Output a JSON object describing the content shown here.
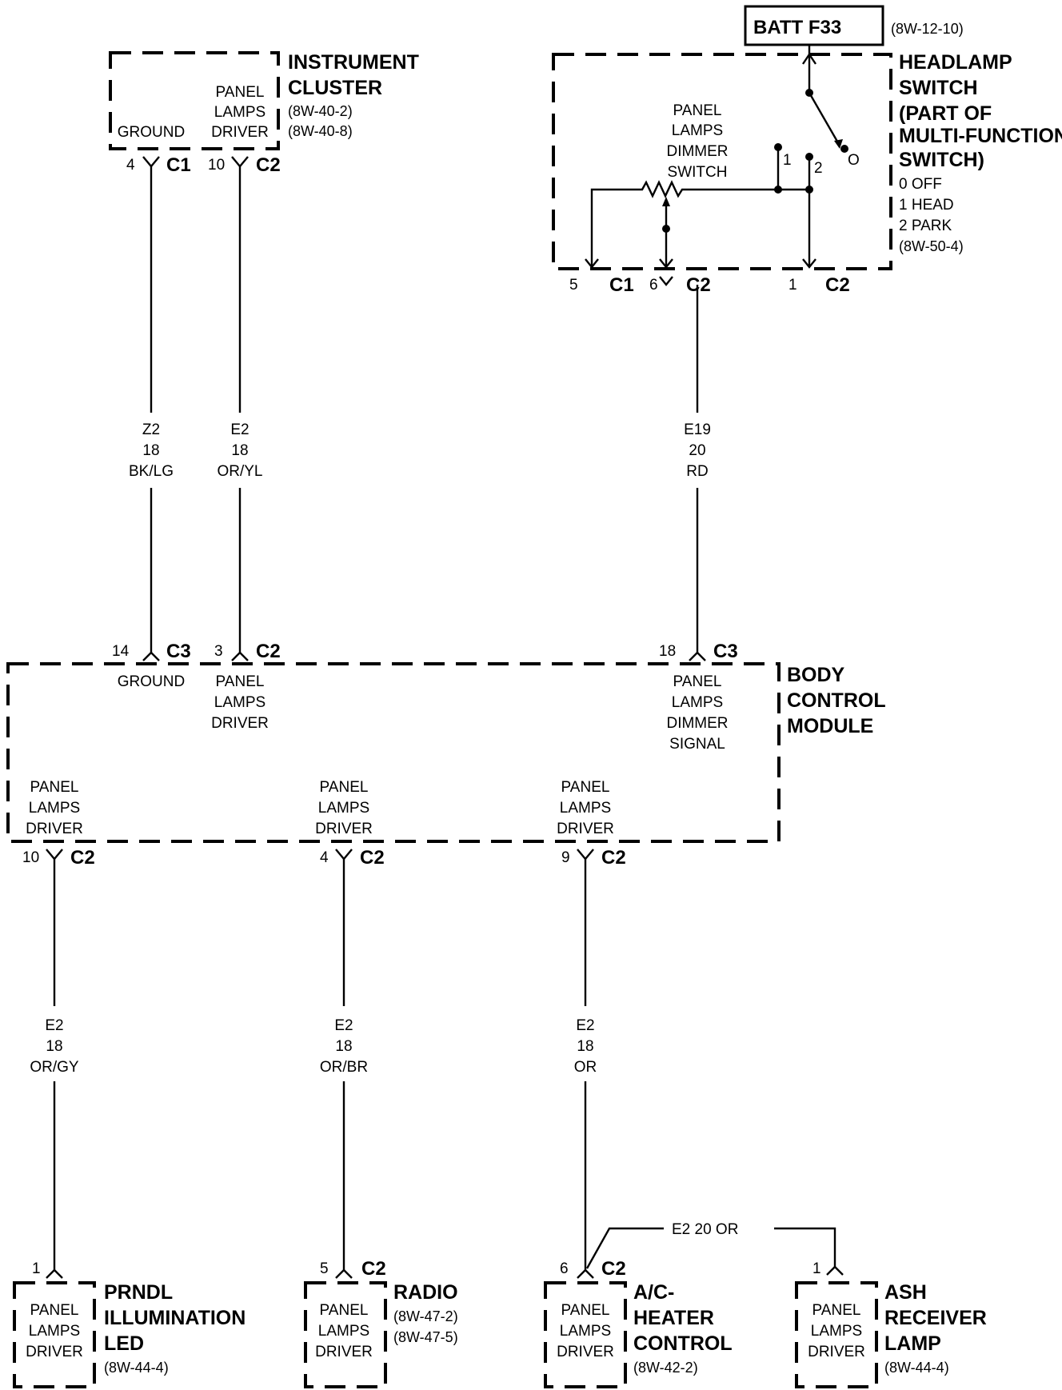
{
  "diagram": {
    "fuse": {
      "label": "BATT F33",
      "ref": "(8W-12-10)"
    },
    "headlamp_switch": {
      "title": [
        "HEADLAMP",
        "SWITCH",
        "(PART OF",
        "MULTI-FUNCTION",
        "SWITCH)"
      ],
      "legend": [
        "0 OFF",
        "1 HEAD",
        "2 PARK"
      ],
      "ref": "(8W-50-4)",
      "dimmer_label": [
        "PANEL",
        "LAMPS",
        "DIMMER",
        "SWITCH"
      ],
      "positions": [
        "1",
        "2",
        "O"
      ],
      "connectors": [
        {
          "pin": "5",
          "conn": "C1"
        },
        {
          "pin": "6",
          "conn": "C2"
        },
        {
          "pin": "1",
          "conn": "C2"
        }
      ]
    },
    "instrument_cluster": {
      "title": [
        "INSTRUMENT",
        "CLUSTER"
      ],
      "refs": [
        "(8W-40-2)",
        "(8W-40-8)"
      ],
      "pins": [
        {
          "label": [
            "GROUND"
          ],
          "pin": "4",
          "conn": "C1"
        },
        {
          "label": [
            "PANEL",
            "LAMPS",
            "DRIVER"
          ],
          "pin": "10",
          "conn": "C2"
        }
      ]
    },
    "wires_upper": [
      {
        "circuit": "Z2",
        "gauge": "18",
        "color": "BK/LG"
      },
      {
        "circuit": "E2",
        "gauge": "18",
        "color": "OR/YL"
      },
      {
        "circuit": "E19",
        "gauge": "20",
        "color": "RD"
      }
    ],
    "bcm": {
      "title": [
        "BODY",
        "CONTROL",
        "MODULE"
      ],
      "top_pins": [
        {
          "label": [
            "GROUND"
          ],
          "pin": "14",
          "conn": "C3"
        },
        {
          "label": [
            "PANEL",
            "LAMPS",
            "DRIVER"
          ],
          "pin": "3",
          "conn": "C2"
        },
        {
          "label": [
            "PANEL",
            "LAMPS",
            "DIMMER",
            "SIGNAL"
          ],
          "pin": "18",
          "conn": "C3"
        }
      ],
      "bottom_pins": [
        {
          "label": [
            "PANEL",
            "LAMPS",
            "DRIVER"
          ],
          "pin": "10",
          "conn": "C2"
        },
        {
          "label": [
            "PANEL",
            "LAMPS",
            "DRIVER"
          ],
          "pin": "4",
          "conn": "C2"
        },
        {
          "label": [
            "PANEL",
            "LAMPS",
            "DRIVER"
          ],
          "pin": "9",
          "conn": "C2"
        }
      ]
    },
    "wires_lower": [
      {
        "circuit": "E2",
        "gauge": "18",
        "color": "OR/GY"
      },
      {
        "circuit": "E2",
        "gauge": "18",
        "color": "OR/BR"
      },
      {
        "circuit": "E2",
        "gauge": "18",
        "color": "OR"
      }
    ],
    "splice_wire": {
      "label": "E2   20 OR"
    },
    "loads": [
      {
        "title": [
          "PRNDL",
          "ILLUMINATION",
          "LED"
        ],
        "refs": [
          "(8W-44-4)"
        ],
        "pin": "1",
        "conn": "",
        "inner": [
          "PANEL",
          "LAMPS",
          "DRIVER"
        ]
      },
      {
        "title": [
          "RADIO"
        ],
        "refs": [
          "(8W-47-2)",
          "(8W-47-5)"
        ],
        "pin": "5",
        "conn": "C2",
        "inner": [
          "PANEL",
          "LAMPS",
          "DRIVER"
        ]
      },
      {
        "title": [
          "A/C-",
          "HEATER",
          "CONTROL"
        ],
        "refs": [
          "(8W-42-2)"
        ],
        "pin": "6",
        "conn": "C2",
        "inner": [
          "PANEL",
          "LAMPS",
          "DRIVER"
        ]
      },
      {
        "title": [
          "ASH",
          "RECEIVER",
          "LAMP"
        ],
        "refs": [
          "(8W-44-4)"
        ],
        "pin": "1",
        "conn": "",
        "inner": [
          "PANEL",
          "LAMPS",
          "DRIVER"
        ]
      }
    ]
  }
}
